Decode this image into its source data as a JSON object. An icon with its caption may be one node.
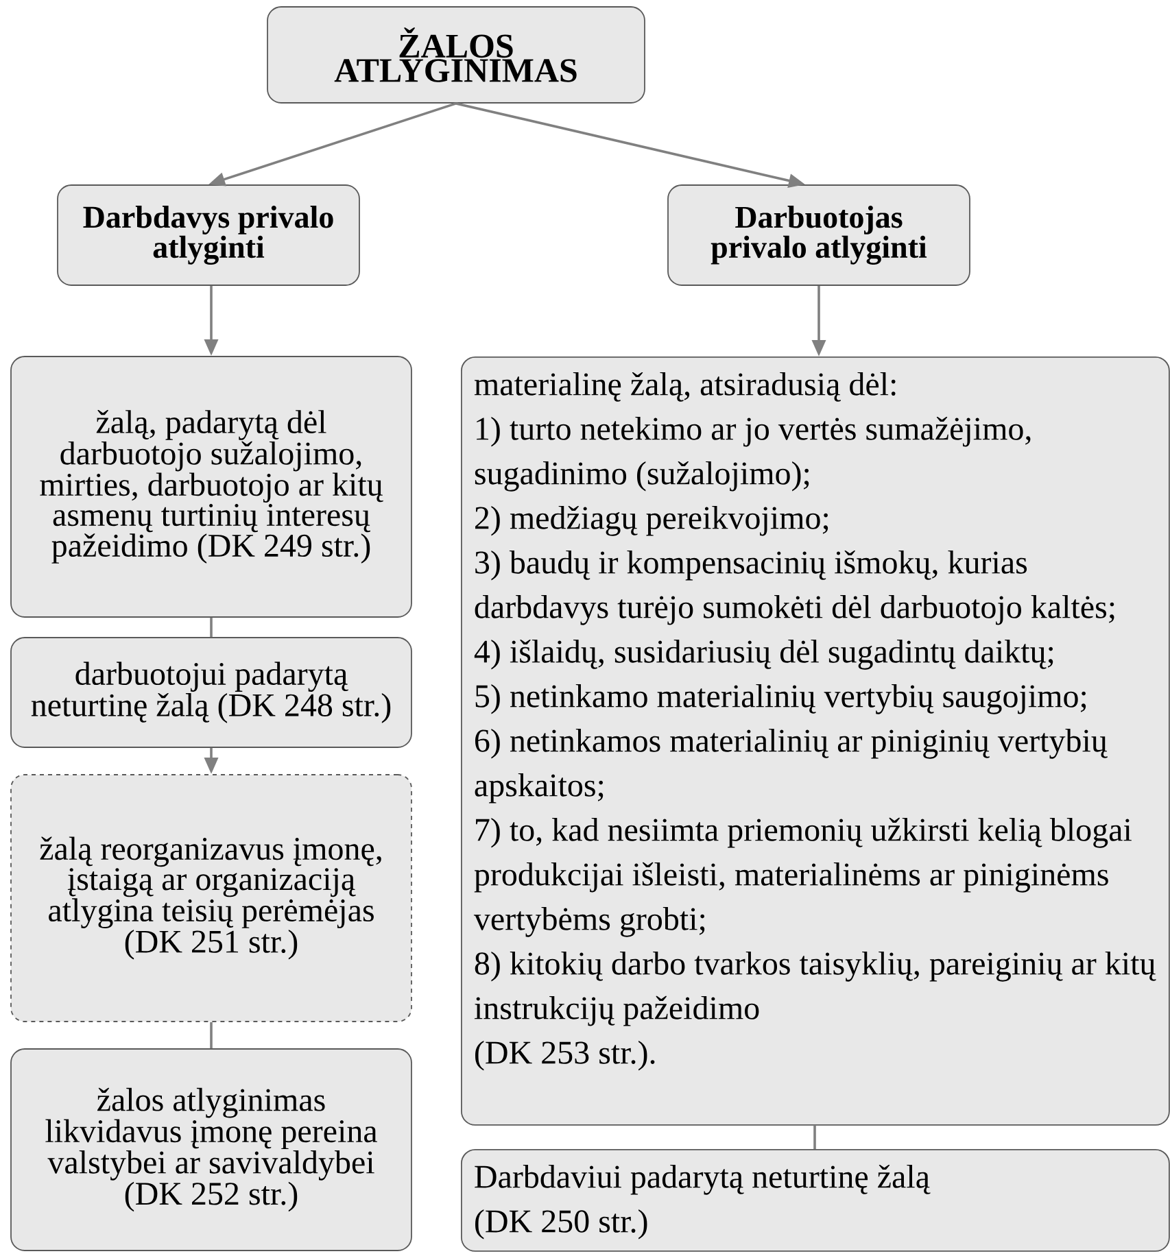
{
  "diagram": {
    "nodes": [
      {
        "text": [
          "ŽALOS ATLYGINIMAS"
        ]
      },
      {
        "text": [
          "Darbdavys privalo atlyginti"
        ]
      },
      {
        "text": [
          "Darbuotojas privalo atlyginti"
        ]
      },
      {
        "text": [
          "žalą, padarytą dėl darbuotojo sužalojimo, mirties, darbuotojo ar kitų asmenų turtinių interesų pažeidimo (DK 249 str.)"
        ]
      },
      {
        "text": [
          "darbuotojui padarytą neturtinę žalą (DK 248 str.)"
        ]
      },
      {
        "text": [
          "žalą reorganizavus įmonę, įstaigą ar organizaciją atlygina teisių perėmėjas (DK 251 str.)"
        ]
      },
      {
        "text": [
          "žalos atlyginimas likvidavus įmonę pereina valstybei ar savivaldybei (DK 252 str.)"
        ]
      },
      {
        "text": [
          "materialinę žalą, atsiradusią dėl:",
          "1) turto netekimo ar jo vertės sumažėjimo, sugadinimo (sužalojimo);",
          "2) medžiagų pereikvojimo;",
          "3) baudų ir kompensacinių išmokų, kurias darbdavys turėjo sumokėti dėl darbuotojo kaltės;",
          "4) išlaidų, susidariusių dėl sugadintų daiktų;",
          "5) netinkamo materialinių vertybių saugojimo;",
          "6) netinkamos materialinių ar piniginių vertybių apskaitos;",
          "7) to, kad nesiimta priemonių užkirsti kelią blogai produkcijai išleisti, materialinėms ar piniginėms vertybėms grobti;",
          "8) kitokių darbo tvarkos taisyklių, pareiginių ar kitų instrukcijų pažeidimo",
          "(DK 253 str.)."
        ]
      },
      {
        "text": [
          "Darbdaviui padarytą neturtinę žalą",
          "(DK 250 str.)"
        ]
      }
    ],
    "edges": [
      {
        "from": 0,
        "to": 1,
        "arrow": "to"
      },
      {
        "from": 0,
        "to": 2,
        "arrow": "to"
      },
      {
        "from": 1,
        "to": 3,
        "arrow": "to"
      },
      {
        "from": 3,
        "to": 4,
        "arrow": "none"
      },
      {
        "from": 4,
        "to": 5,
        "arrow": "to"
      },
      {
        "from": 5,
        "to": 6,
        "arrow": "none"
      },
      {
        "from": 2,
        "to": 7,
        "arrow": "to"
      },
      {
        "from": 7,
        "to": 8,
        "arrow": "none"
      }
    ]
  }
}
